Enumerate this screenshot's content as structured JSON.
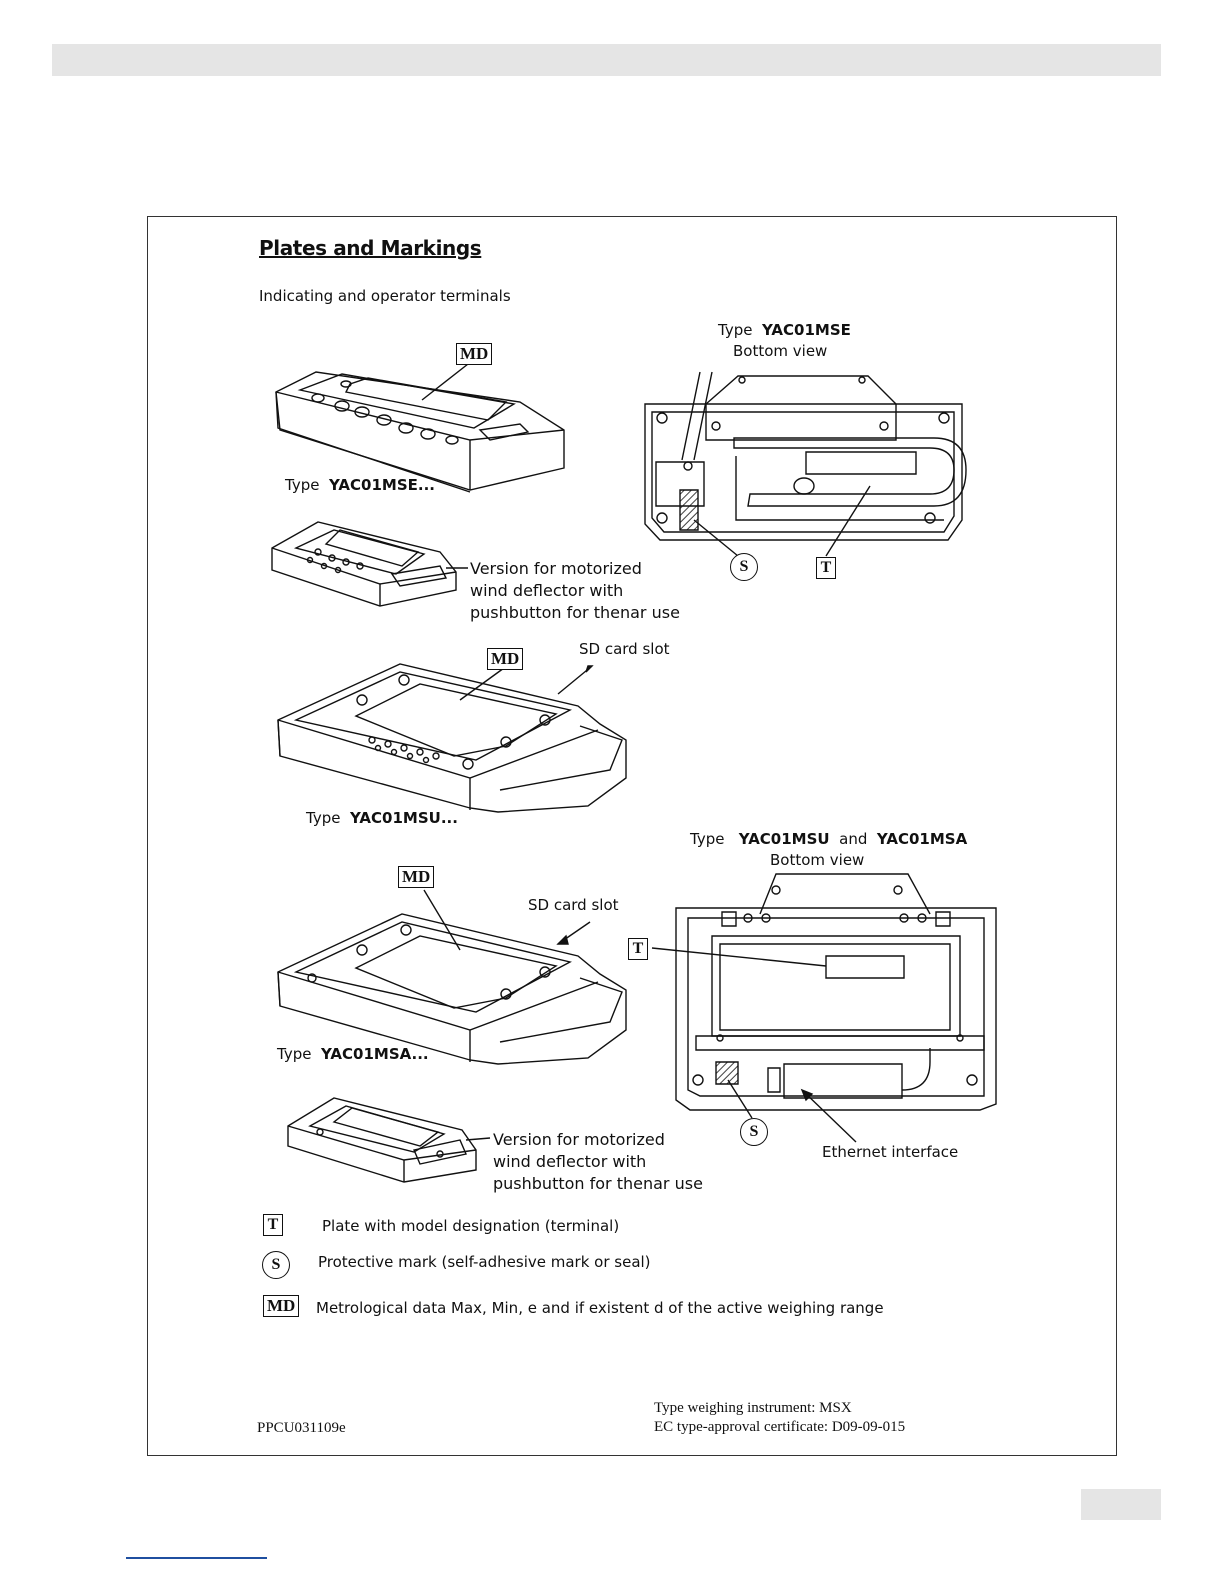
{
  "header": {
    "band": ""
  },
  "doc": {
    "title": "Plates and Markings",
    "subtitle": "Indicating and operator terminals",
    "mse_bottom": {
      "type_prefix": "Type",
      "model": "YAC01MSE",
      "view": "Bottom view"
    },
    "msu_msa_bottom": {
      "type_prefix": "Type",
      "model_a": "YAC01MSU",
      "conj": "and",
      "model_b": "YAC01MSA",
      "view": "Bottom view"
    },
    "terminal_mse": {
      "type_prefix": "Type",
      "model": "YAC01MSE..."
    },
    "terminal_msu": {
      "type_prefix": "Type",
      "model": "YAC01MSU..."
    },
    "terminal_msa": {
      "type_prefix": "Type",
      "model": "YAC01MSA..."
    },
    "version_note_1": {
      "line1": "Version for motorized",
      "line2": "wind deflector with",
      "line3": "pushbutton for thenar use"
    },
    "version_note_2": {
      "line1": "Version for motorized",
      "line2": "wind deflector with",
      "line3": "pushbutton for thenar use"
    },
    "sd_card_slot_1": "SD card slot",
    "sd_card_slot_2": "SD card slot",
    "ethernet_interface": "Ethernet interface",
    "marks": {
      "md": "MD",
      "t": "T",
      "s": "S"
    },
    "legend": [
      {
        "symbol": "T",
        "text": "Plate with model designation (terminal)"
      },
      {
        "symbol": "S",
        "text": "Protective mark (self-adhesive mark or seal)"
      },
      {
        "symbol": "MD",
        "text": "Metrological data Max, Min, e and if existent d of the active weighing range"
      }
    ],
    "doc_code": "PPCU031109e",
    "instrument_type": "Type weighing instrument: MSX",
    "certificate": "EC type-approval certificate: D09-09-015"
  },
  "colors": {
    "band": "#e5e5e5",
    "footer_rule": "#1f4fa0",
    "ink": "#111111"
  }
}
